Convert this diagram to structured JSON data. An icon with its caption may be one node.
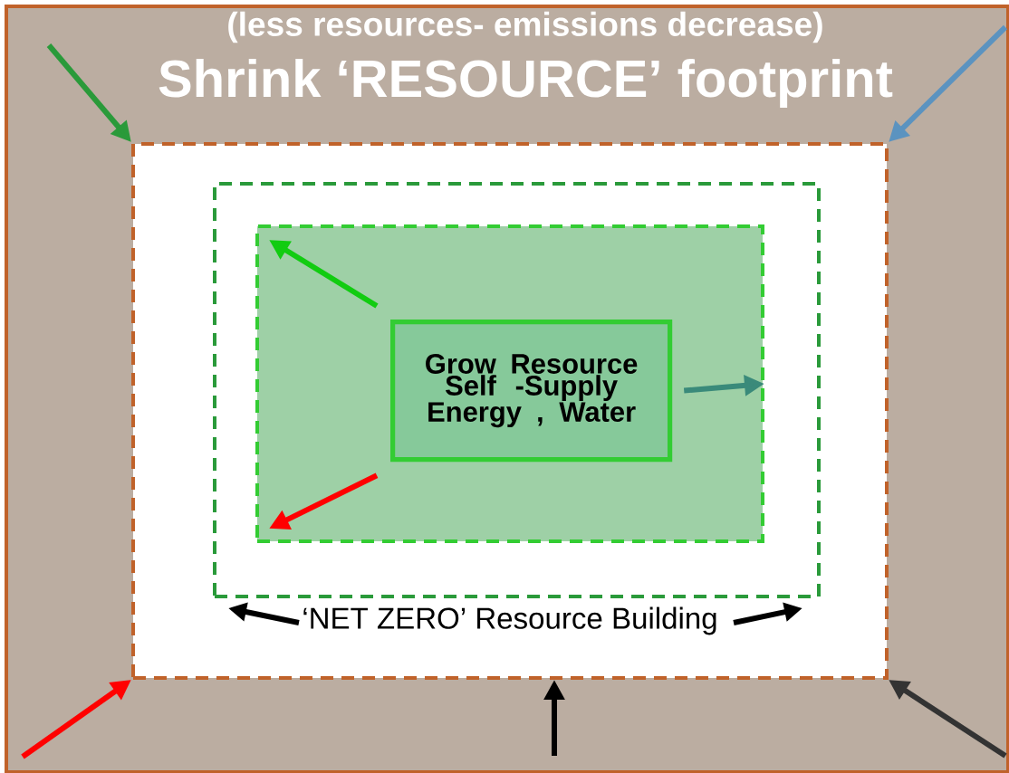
{
  "diagram": {
    "nodes": [
      {
        "text": [
          "(less resources- emissions decrease)",
          "Shrink ‘RESOURCE’ footprint"
        ]
      },
      {
        "text": [],
        "shape": "box",
        "in": 0
      },
      {
        "text": [
          "‘NET ZERO’ Resource Building"
        ],
        "in": 1
      },
      {
        "text": [],
        "shape": "box",
        "in": 2
      },
      {
        "text": [
          "Grow Resource Self -Supply Energy , Water"
        ],
        "in": 3
      }
    ],
    "edges": [
      {
        "from": null,
        "to": 1,
        "arrow": "to",
        "color": "#2a9a3a"
      },
      {
        "from": null,
        "to": 1,
        "arrow": "to",
        "color": "#5b93c0"
      },
      {
        "from": null,
        "to": 1,
        "arrow": "to",
        "color": "#ff0000"
      },
      {
        "from": null,
        "to": 1,
        "arrow": "to",
        "color": "#000000"
      },
      {
        "from": null,
        "to": 1,
        "arrow": "to",
        "color": "#333333"
      },
      {
        "from": 4,
        "to": 3,
        "arrow": "to",
        "color": "#11cc11"
      },
      {
        "from": 4,
        "to": 3,
        "arrow": "to",
        "color": "#ff0000"
      },
      {
        "from": 4,
        "to": 3,
        "arrow": "to",
        "color": "#3a8a7a"
      }
    ]
  }
}
